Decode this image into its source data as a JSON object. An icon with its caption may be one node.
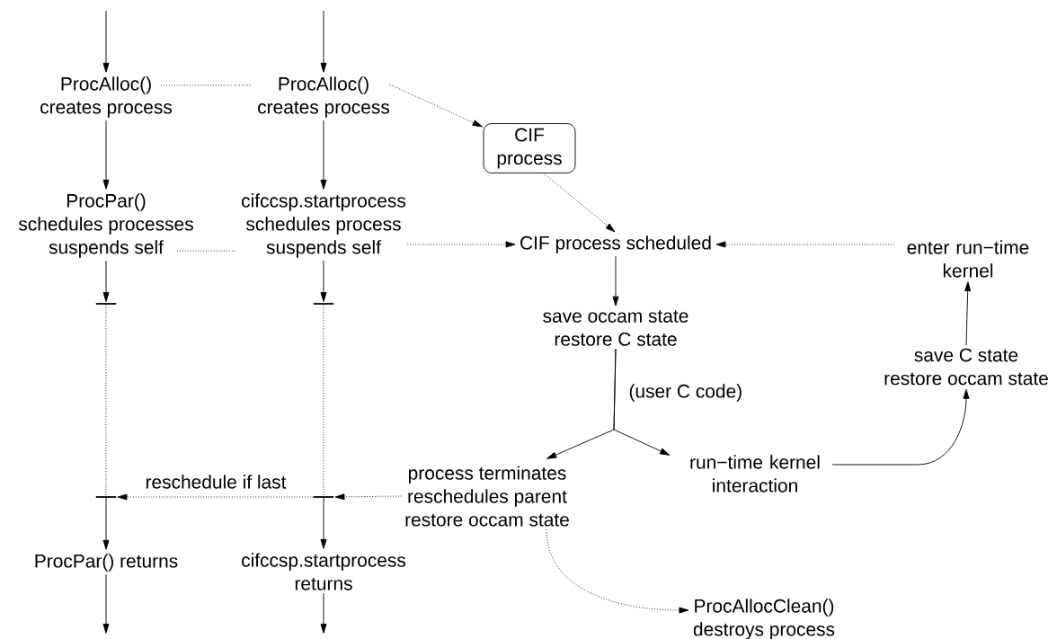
{
  "diagram": {
    "nodes": [
      {
        "text": [
          "ProcAlloc()",
          "creates process"
        ]
      },
      {
        "text": [
          "ProcAlloc()",
          "creates process"
        ]
      },
      {
        "text": [
          "CIF process"
        ]
      },
      {
        "text": [
          "ProcPar()",
          "schedules processes",
          "suspends self"
        ]
      },
      {
        "text": [
          "cifccsp.startprocess",
          "schedules process",
          "suspends self"
        ]
      },
      {
        "text": [
          "CIF process scheduled"
        ]
      },
      {
        "text": [
          "enter run−time kernel"
        ]
      },
      {
        "text": [
          "save occam state",
          "restore C state"
        ]
      },
      {
        "text": [
          "save C state",
          "restore occam state"
        ]
      },
      {
        "text": [],
        "shape": "bar"
      },
      {
        "text": [],
        "shape": "bar"
      },
      {
        "text": [
          "process terminates",
          "reschedules parent",
          "restore occam state"
        ]
      },
      {
        "text": [
          "run−time kernel interaction"
        ]
      },
      {
        "text": [],
        "shape": "bar"
      },
      {
        "text": [],
        "shape": "bar"
      },
      {
        "text": [
          "ProcPar() returns"
        ]
      },
      {
        "text": [
          "cifccsp.startprocess returns"
        ]
      },
      {
        "text": [
          "ProcAllocClean()",
          "destroys process"
        ]
      }
    ],
    "edges": [
      {
        "from": null,
        "to": 0,
        "arrow": "to"
      },
      {
        "from": null,
        "to": 1,
        "arrow": "to"
      },
      {
        "from": 0,
        "to": 1,
        "arrow": "none",
        "style": "dashed"
      },
      {
        "from": 1,
        "to": 2,
        "arrow": "to",
        "style": "dashed"
      },
      {
        "from": 0,
        "to": 3,
        "arrow": "to"
      },
      {
        "from": 1,
        "to": 4,
        "arrow": "to"
      },
      {
        "from": 3,
        "to": 4,
        "arrow": "none",
        "style": "dashed"
      },
      {
        "from": 4,
        "to": 5,
        "arrow": "to",
        "style": "dashed"
      },
      {
        "from": 2,
        "to": 5,
        "arrow": "to",
        "style": "dashed"
      },
      {
        "from": 6,
        "to": 5,
        "arrow": "to",
        "style": "dashed"
      },
      {
        "from": 5,
        "to": 7,
        "arrow": "to"
      },
      {
        "from": 7,
        "to": 11,
        "arrow": "to",
        "label": "(user C code)"
      },
      {
        "from": 7,
        "to": 12,
        "arrow": "to"
      },
      {
        "from": 12,
        "to": 8,
        "arrow": "to"
      },
      {
        "from": 8,
        "to": 6,
        "arrow": "to"
      },
      {
        "from": 3,
        "to": 9,
        "arrow": "to"
      },
      {
        "from": 4,
        "to": 10,
        "arrow": "to"
      },
      {
        "from": 9,
        "to": 13,
        "arrow": "none",
        "style": "dashed"
      },
      {
        "from": 10,
        "to": 14,
        "arrow": "none",
        "style": "dashed"
      },
      {
        "from": 11,
        "to": 14,
        "arrow": "to",
        "style": "dashed"
      },
      {
        "from": 14,
        "to": 13,
        "arrow": "to",
        "style": "dashed",
        "label": "reschedule if last"
      },
      {
        "from": 13,
        "to": 15,
        "arrow": "to"
      },
      {
        "from": 14,
        "to": 16,
        "arrow": "to"
      },
      {
        "from": 15,
        "to": null,
        "arrow": "to"
      },
      {
        "from": 16,
        "to": null,
        "arrow": "to"
      },
      {
        "from": 11,
        "to": 17,
        "arrow": "to",
        "style": "dashed"
      }
    ]
  }
}
